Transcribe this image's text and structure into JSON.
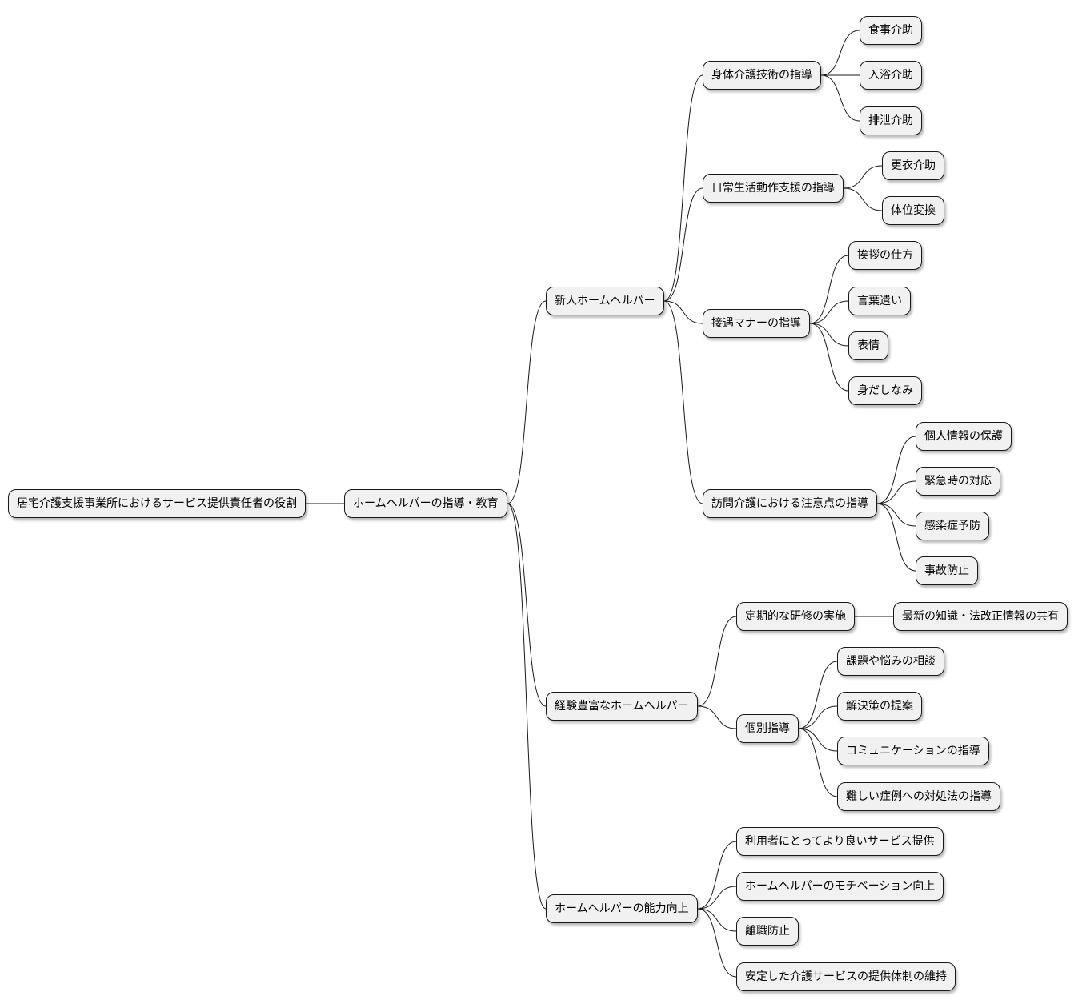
{
  "mindmap": {
    "root": {
      "label": "居宅介護支援事業所におけるサービス提供責任者の役割",
      "children": [
        {
          "label": "ホームヘルパーの指導・教育",
          "children": [
            {
              "label": "新人ホームヘルパー",
              "children": [
                {
                  "label": "身体介護技術の指導",
                  "children": [
                    {
                      "label": "食事介助"
                    },
                    {
                      "label": "入浴介助"
                    },
                    {
                      "label": "排泄介助"
                    }
                  ]
                },
                {
                  "label": "日常生活動作支援の指導",
                  "children": [
                    {
                      "label": "更衣介助"
                    },
                    {
                      "label": "体位変換"
                    }
                  ]
                },
                {
                  "label": "接遇マナーの指導",
                  "children": [
                    {
                      "label": "挨拶の仕方"
                    },
                    {
                      "label": "言葉遣い"
                    },
                    {
                      "label": "表情"
                    },
                    {
                      "label": "身だしなみ"
                    }
                  ]
                },
                {
                  "label": "訪問介護における注意点の指導",
                  "children": [
                    {
                      "label": "個人情報の保護"
                    },
                    {
                      "label": "緊急時の対応"
                    },
                    {
                      "label": "感染症予防"
                    },
                    {
                      "label": "事故防止"
                    }
                  ]
                }
              ]
            },
            {
              "label": "経験豊富なホームヘルパー",
              "children": [
                {
                  "label": "定期的な研修の実施",
                  "children": [
                    {
                      "label": "最新の知識・法改正情報の共有"
                    }
                  ]
                },
                {
                  "label": "個別指導",
                  "children": [
                    {
                      "label": "課題や悩みの相談"
                    },
                    {
                      "label": "解決策の提案"
                    },
                    {
                      "label": "コミュニケーションの指導"
                    },
                    {
                      "label": "難しい症例への対処法の指導"
                    }
                  ]
                }
              ]
            },
            {
              "label": "ホームヘルパーの能力向上",
              "children": [
                {
                  "label": "利用者にとってより良いサービス提供"
                },
                {
                  "label": "ホームヘルパーのモチベーション向上"
                },
                {
                  "label": "離職防止"
                },
                {
                  "label": "安定した介護サービスの提供体制の維持"
                }
              ]
            }
          ]
        }
      ]
    }
  }
}
